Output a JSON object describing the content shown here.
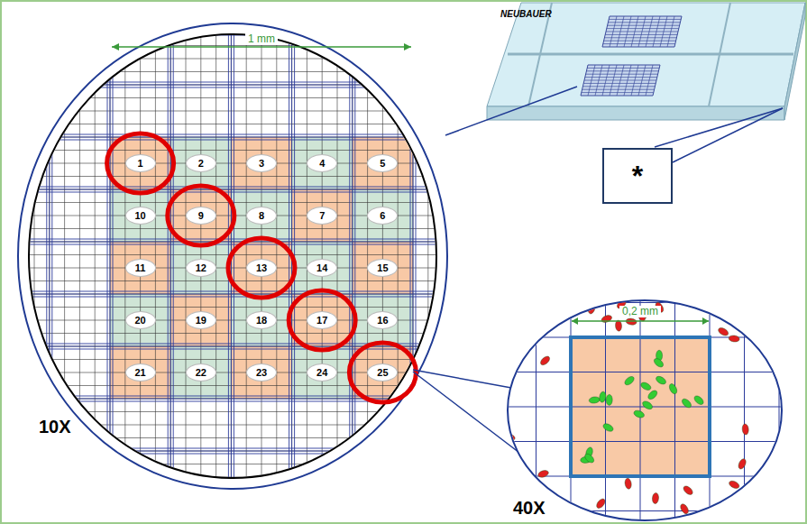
{
  "diagram": {
    "nodes": [
      {
        "text": [
          "1"
        ]
      },
      {
        "text": [
          "2"
        ]
      },
      {
        "text": [
          "3"
        ]
      },
      {
        "text": [
          "4"
        ]
      },
      {
        "text": [
          "5"
        ]
      },
      {
        "text": [
          "10"
        ]
      },
      {
        "text": [
          "9"
        ]
      },
      {
        "text": [
          "8"
        ]
      },
      {
        "text": [
          "7"
        ]
      },
      {
        "text": [
          "6"
        ]
      },
      {
        "text": [
          "11"
        ]
      },
      {
        "text": [
          "12"
        ]
      },
      {
        "text": [
          "13"
        ]
      },
      {
        "text": [
          "14"
        ]
      },
      {
        "text": [
          "15"
        ]
      },
      {
        "text": [
          "20"
        ]
      },
      {
        "text": [
          "19"
        ]
      },
      {
        "text": [
          "18"
        ]
      },
      {
        "text": [
          "17"
        ]
      },
      {
        "text": [
          "16"
        ]
      },
      {
        "text": [
          "21"
        ]
      },
      {
        "text": [
          "22"
        ]
      },
      {
        "text": [
          "23"
        ]
      },
      {
        "text": [
          "24"
        ]
      },
      {
        "text": [
          "25"
        ]
      },
      {
        "text": [
          "*"
        ]
      }
    ],
    "labels": [
      "NEUBAUER",
      "1 mm",
      "0,2 mm",
      "10X",
      "40X"
    ]
  }
}
